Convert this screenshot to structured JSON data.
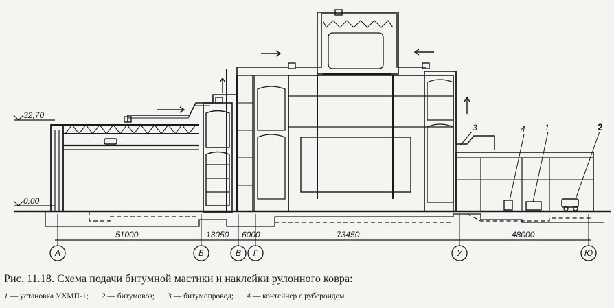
{
  "elevations": {
    "top": "32,70",
    "ground": "0,00"
  },
  "dimensions": [
    "51000",
    "13050",
    "6000",
    "73450",
    "48000"
  ],
  "axes": [
    "А",
    "Б",
    "В",
    "Г",
    "У",
    "Ю"
  ],
  "callouts": [
    "1",
    "2",
    "3",
    "4"
  ],
  "caption": "Рис. 11.18. Схема подачи битумной мастики и наклейки рулонного ковра:",
  "legend": [
    {
      "num": "1",
      "text": "— установка  УХМП-1;"
    },
    {
      "num": "2",
      "text": "— битумовоз;"
    },
    {
      "num": "3",
      "text": "— битумопровод;"
    },
    {
      "num": "4",
      "text": "— контейнер с рубероидом"
    }
  ]
}
